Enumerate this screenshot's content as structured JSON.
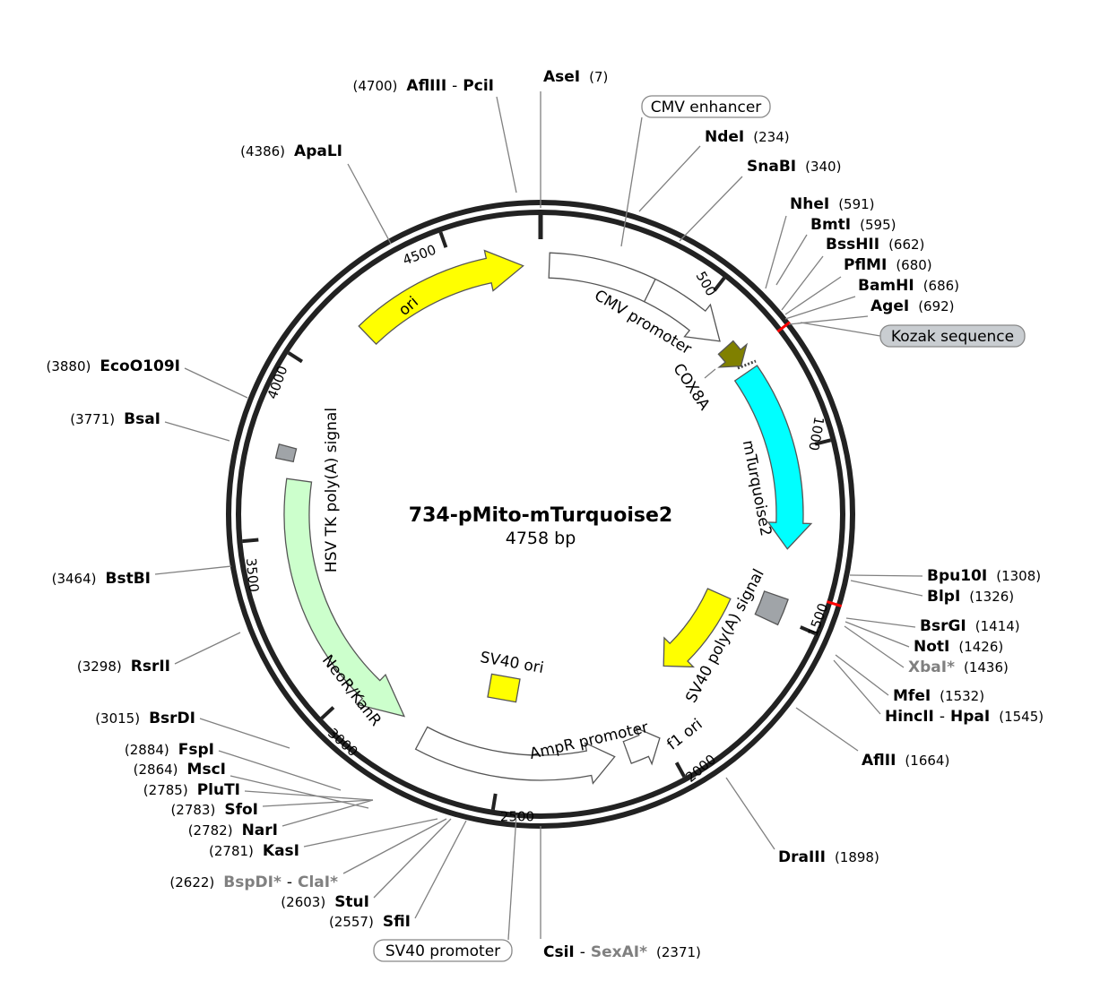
{
  "plasmid": {
    "name": "734-pMito-mTurquoise2",
    "length_label": "4758 bp",
    "length": 4758
  },
  "ticks": [
    "500",
    "1000",
    "1500",
    "2000",
    "2500",
    "3000",
    "3500",
    "4000",
    "4500"
  ],
  "features": [
    {
      "name": "ori",
      "color": "#ffff00",
      "direction": "cw"
    },
    {
      "name": "CMV promoter",
      "color": "#ffffff",
      "direction": "cw"
    },
    {
      "name": "COX8A",
      "color": "#808000",
      "direction": "cw"
    },
    {
      "name": "mTurquoise2",
      "color": "#00ffff",
      "direction": "cw"
    },
    {
      "name": "SV40 poly(A) signal",
      "color": "#a0a4a8"
    },
    {
      "name": "f1 ori",
      "color": "#ffff00",
      "direction": "cw"
    },
    {
      "name": "AmpR promoter",
      "color": "#ffffff",
      "direction": "ccw"
    },
    {
      "name": "NeoR/KanR",
      "color": "#ccffcc",
      "direction": "ccw"
    },
    {
      "name": "HSV TK poly(A) signal",
      "color": "#a0a4a8"
    },
    {
      "name": "SV40 ori",
      "color": "#ffff00"
    }
  ],
  "boxed_labels": [
    {
      "name": "CMV enhancer",
      "style": "white"
    },
    {
      "name": "Kozak sequence",
      "style": "gray"
    },
    {
      "name": "SV40 promoter",
      "style": "white"
    }
  ],
  "sites": [
    {
      "parts": [
        {
          "t": "AseI"
        }
      ],
      "pos": "(7)"
    },
    {
      "parts": [
        {
          "t": "NdeI"
        }
      ],
      "pos": "(234)"
    },
    {
      "parts": [
        {
          "t": "SnaBI"
        }
      ],
      "pos": "(340)"
    },
    {
      "parts": [
        {
          "t": "NheI"
        }
      ],
      "pos": "(591)"
    },
    {
      "parts": [
        {
          "t": "BmtI"
        }
      ],
      "pos": "(595)"
    },
    {
      "parts": [
        {
          "t": "BssHII"
        }
      ],
      "pos": "(662)"
    },
    {
      "parts": [
        {
          "t": "PflMI"
        }
      ],
      "pos": "(680)"
    },
    {
      "parts": [
        {
          "t": "BamHI"
        }
      ],
      "pos": "(686)"
    },
    {
      "parts": [
        {
          "t": "AgeI"
        }
      ],
      "pos": "(692)"
    },
    {
      "parts": [
        {
          "t": "Bpu10I"
        }
      ],
      "pos": "(1308)"
    },
    {
      "parts": [
        {
          "t": "BlpI"
        }
      ],
      "pos": "(1326)"
    },
    {
      "parts": [
        {
          "t": "BsrGI"
        }
      ],
      "pos": "(1414)"
    },
    {
      "parts": [
        {
          "t": "NotI"
        }
      ],
      "pos": "(1426)"
    },
    {
      "parts": [
        {
          "t": "XbaI*",
          "g": true
        }
      ],
      "pos": "(1436)"
    },
    {
      "parts": [
        {
          "t": "MfeI"
        }
      ],
      "pos": "(1532)"
    },
    {
      "parts": [
        {
          "t": "HincII"
        },
        {
          "t": "HpaI"
        }
      ],
      "pos": "(1545)"
    },
    {
      "parts": [
        {
          "t": "AflII"
        }
      ],
      "pos": "(1664)"
    },
    {
      "parts": [
        {
          "t": "DraIII"
        }
      ],
      "pos": "(1898)"
    },
    {
      "parts": [
        {
          "t": "CsiI"
        },
        {
          "t": "SexAI*",
          "g": true
        }
      ],
      "pos": "(2371)"
    },
    {
      "parts": [
        {
          "t": "SfiI"
        }
      ],
      "pos": "(2557)"
    },
    {
      "parts": [
        {
          "t": "StuI"
        }
      ],
      "pos": "(2603)"
    },
    {
      "parts": [
        {
          "t": "BspDI*",
          "g": true
        },
        {
          "t": "ClaI*",
          "g": true
        }
      ],
      "pos": "(2622)"
    },
    {
      "parts": [
        {
          "t": "KasI"
        }
      ],
      "pos": "(2781)"
    },
    {
      "parts": [
        {
          "t": "NarI"
        }
      ],
      "pos": "(2782)"
    },
    {
      "parts": [
        {
          "t": "SfoI"
        }
      ],
      "pos": "(2783)"
    },
    {
      "parts": [
        {
          "t": "PluTI"
        }
      ],
      "pos": "(2785)"
    },
    {
      "parts": [
        {
          "t": "MscI"
        }
      ],
      "pos": "(2864)"
    },
    {
      "parts": [
        {
          "t": "FspI"
        }
      ],
      "pos": "(2884)"
    },
    {
      "parts": [
        {
          "t": "BsrDI"
        }
      ],
      "pos": "(3015)"
    },
    {
      "parts": [
        {
          "t": "RsrII"
        }
      ],
      "pos": "(3298)"
    },
    {
      "parts": [
        {
          "t": "BstBI"
        }
      ],
      "pos": "(3464)"
    },
    {
      "parts": [
        {
          "t": "BsaI"
        }
      ],
      "pos": "(3771)"
    },
    {
      "parts": [
        {
          "t": "EcoO109I"
        }
      ],
      "pos": "(3880)"
    },
    {
      "parts": [
        {
          "t": "ApaLI"
        }
      ],
      "pos": "(4386)"
    },
    {
      "parts": [
        {
          "t": "AflIII"
        },
        {
          "t": "PciI"
        }
      ],
      "pos": "(4700)"
    }
  ],
  "colors": {
    "backbone": "#222222",
    "leader": "#808080",
    "site_gray": "#808080",
    "kozak_mark": "#ff0000"
  }
}
